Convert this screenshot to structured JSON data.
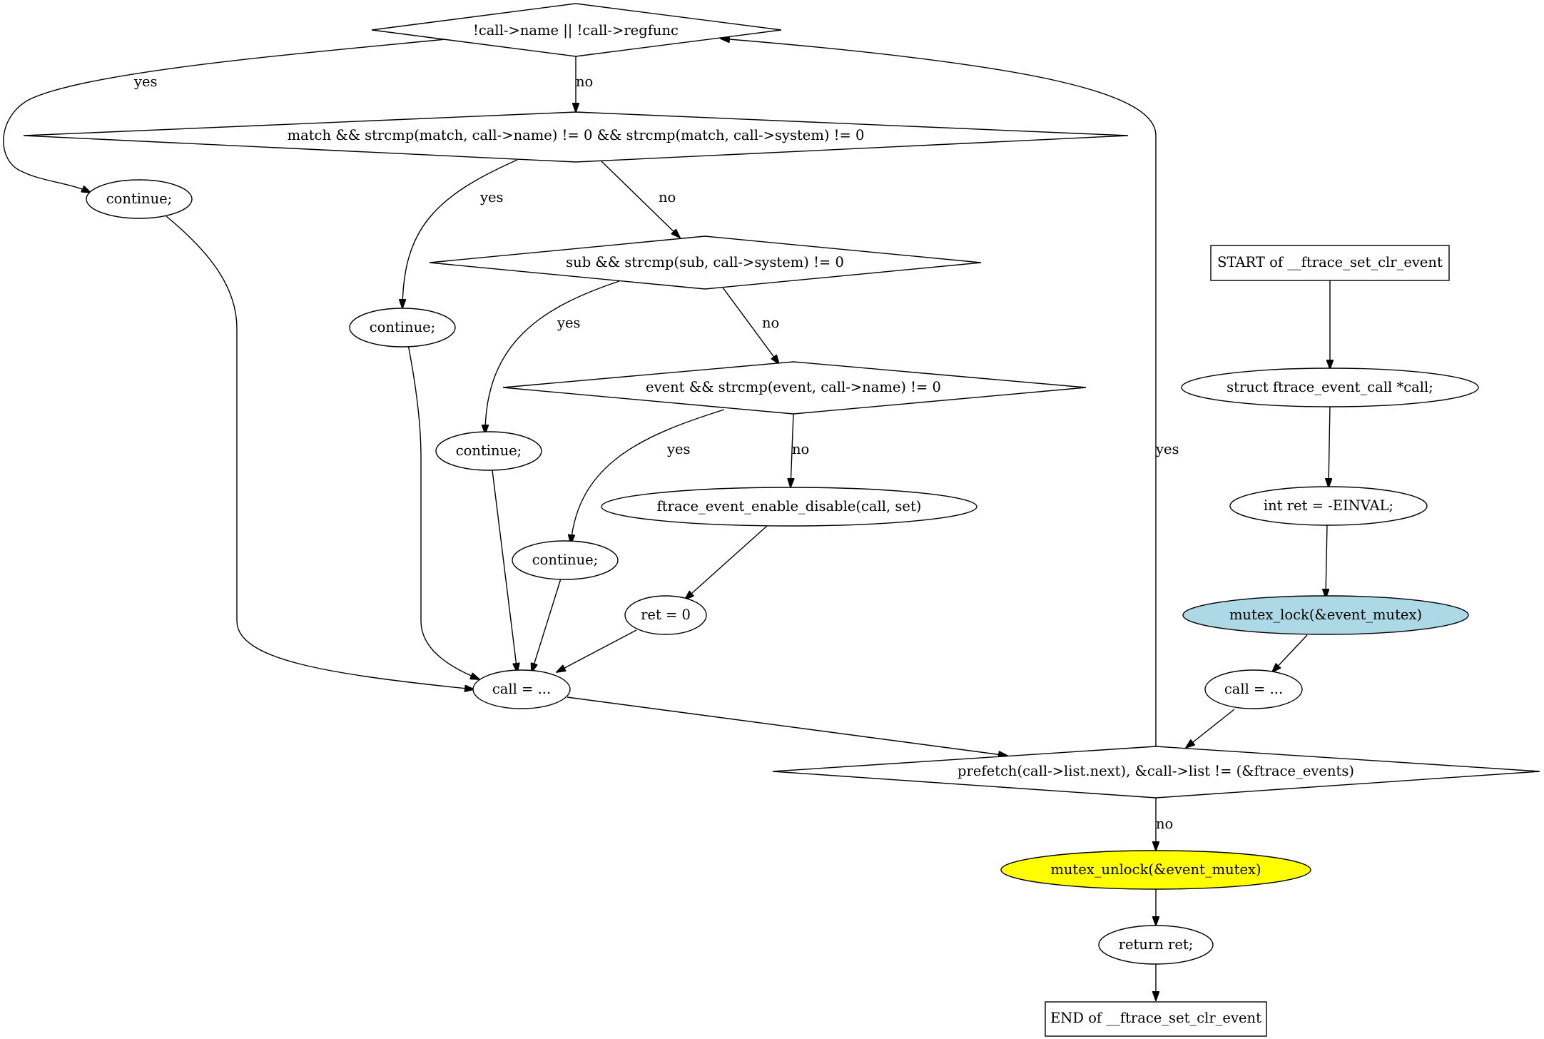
{
  "nodes": {
    "check_name": "!call->name || !call->regfunc",
    "check_match": "match && strcmp(match, call->name) != 0 && strcmp(match, call->system) != 0",
    "continue_1": "continue;",
    "continue_2": "continue;",
    "check_sub": "sub && strcmp(sub, call->system) != 0",
    "start": "START of __ftrace_set_clr_event",
    "decl_call": "struct ftrace_event_call *call;",
    "check_event": "event && strcmp(event, call->name) != 0",
    "continue_3": "continue;",
    "enable_disable": "ftrace_event_enable_disable(call, set)",
    "init_ret": "int ret = -EINVAL;",
    "continue_4": "continue;",
    "ret_zero": "ret = 0",
    "mutex_lock": "mutex_lock(&event_mutex)",
    "call_next": "call = ...",
    "call_init": "call = ...",
    "loop_cond": "prefetch(call->list.next), &call->list != (&ftrace_events)",
    "mutex_unlock": "mutex_unlock(&event_mutex)",
    "return_ret": "return ret;",
    "end": "END of __ftrace_set_clr_event"
  },
  "edge_labels": {
    "name_yes": "yes",
    "name_no": "no",
    "match_yes": "yes",
    "match_no": "no",
    "sub_yes": "yes",
    "sub_no": "no",
    "event_yes": "yes",
    "event_no": "no",
    "loop_yes": "yes",
    "loop_no": "no"
  },
  "colors": {
    "mutex_lock_fill": "#add8e6",
    "mutex_unlock_fill": "#ffff00"
  }
}
